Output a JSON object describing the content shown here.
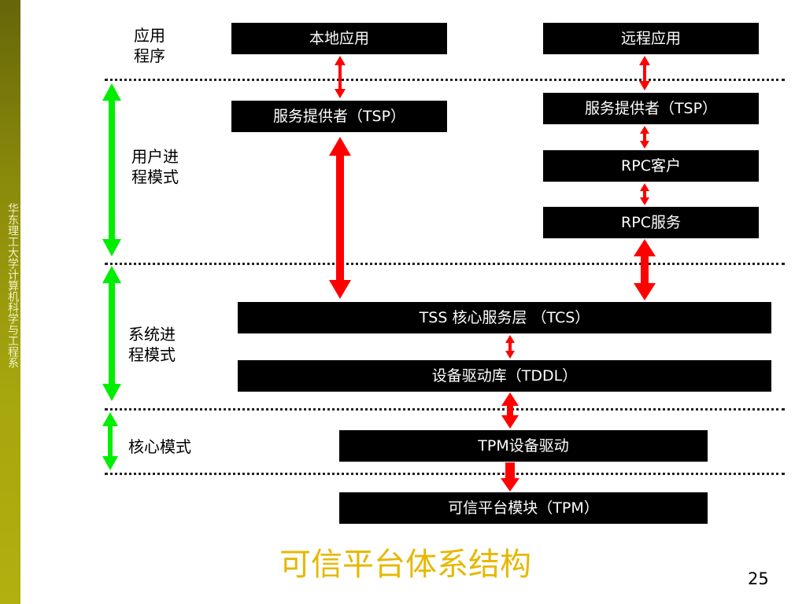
{
  "sidebar": {
    "text": "华东理工大学计算机科学与工程系"
  },
  "layers": {
    "app": "应用\n程序",
    "user": "用户进\n程模式",
    "system": "系统进\n程模式",
    "kernel": "核心模式"
  },
  "boxes": {
    "local_app": "本地应用",
    "remote_app": "远程应用",
    "tsp_left": "服务提供者（TSP）",
    "tsp_right": "服务提供者（TSP）",
    "rpc_client": "RPC客户",
    "rpc_service": "RPC服务",
    "tcs": "TSS  核心服务层 （TCS）",
    "tddl": "设备驱动库（TDDL）",
    "tpm_driver": "TPM设备驱动",
    "tpm": "可信平台模块（TPM）"
  },
  "colors": {
    "bidirectional": "#ff0000",
    "layer_span": "#00ee00",
    "title": "#e6b800"
  },
  "title": "可信平台体系结构",
  "page_number": "25"
}
